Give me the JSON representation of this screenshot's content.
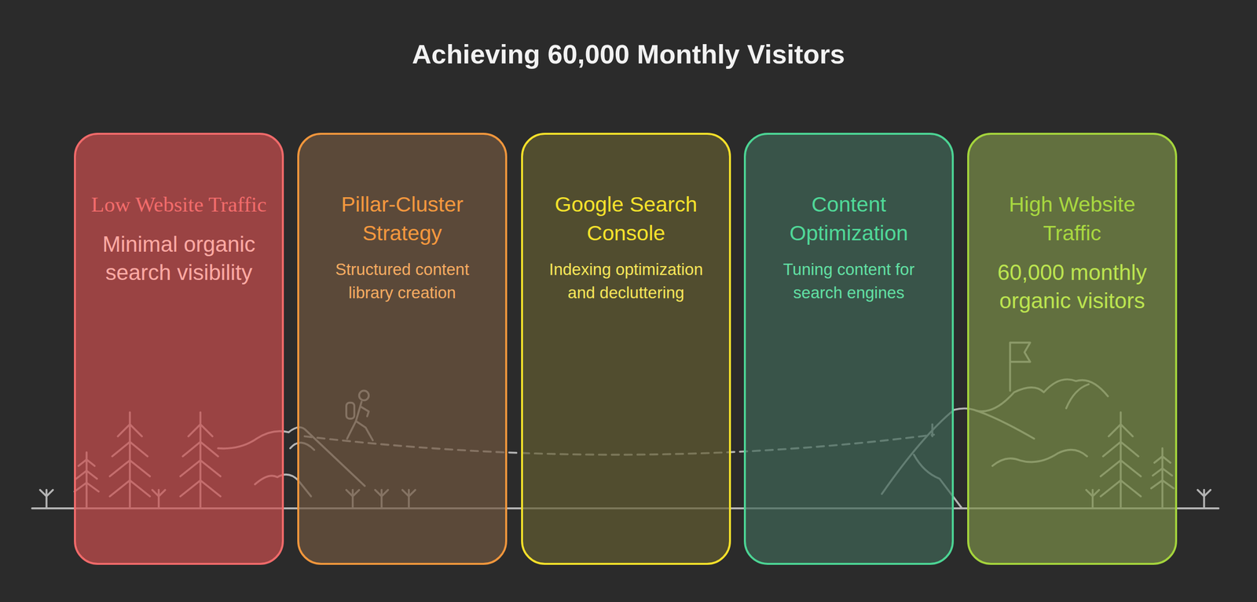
{
  "diagram": {
    "title": "Achieving 60,000 Monthly Visitors",
    "nodes": [
      {
        "text": [
          "Low Website Traffic",
          "Minimal organic search visibility"
        ]
      },
      {
        "text": [
          "Pillar-Cluster Strategy",
          "Structured content library creation"
        ]
      },
      {
        "text": [
          "Google Search Console",
          "Indexing optimization and decluttering"
        ]
      },
      {
        "text": [
          "Content Optimization",
          "Tuning content for search engines"
        ]
      },
      {
        "text": [
          "High Website Traffic",
          "60,000 monthly organic visitors"
        ]
      }
    ]
  }
}
